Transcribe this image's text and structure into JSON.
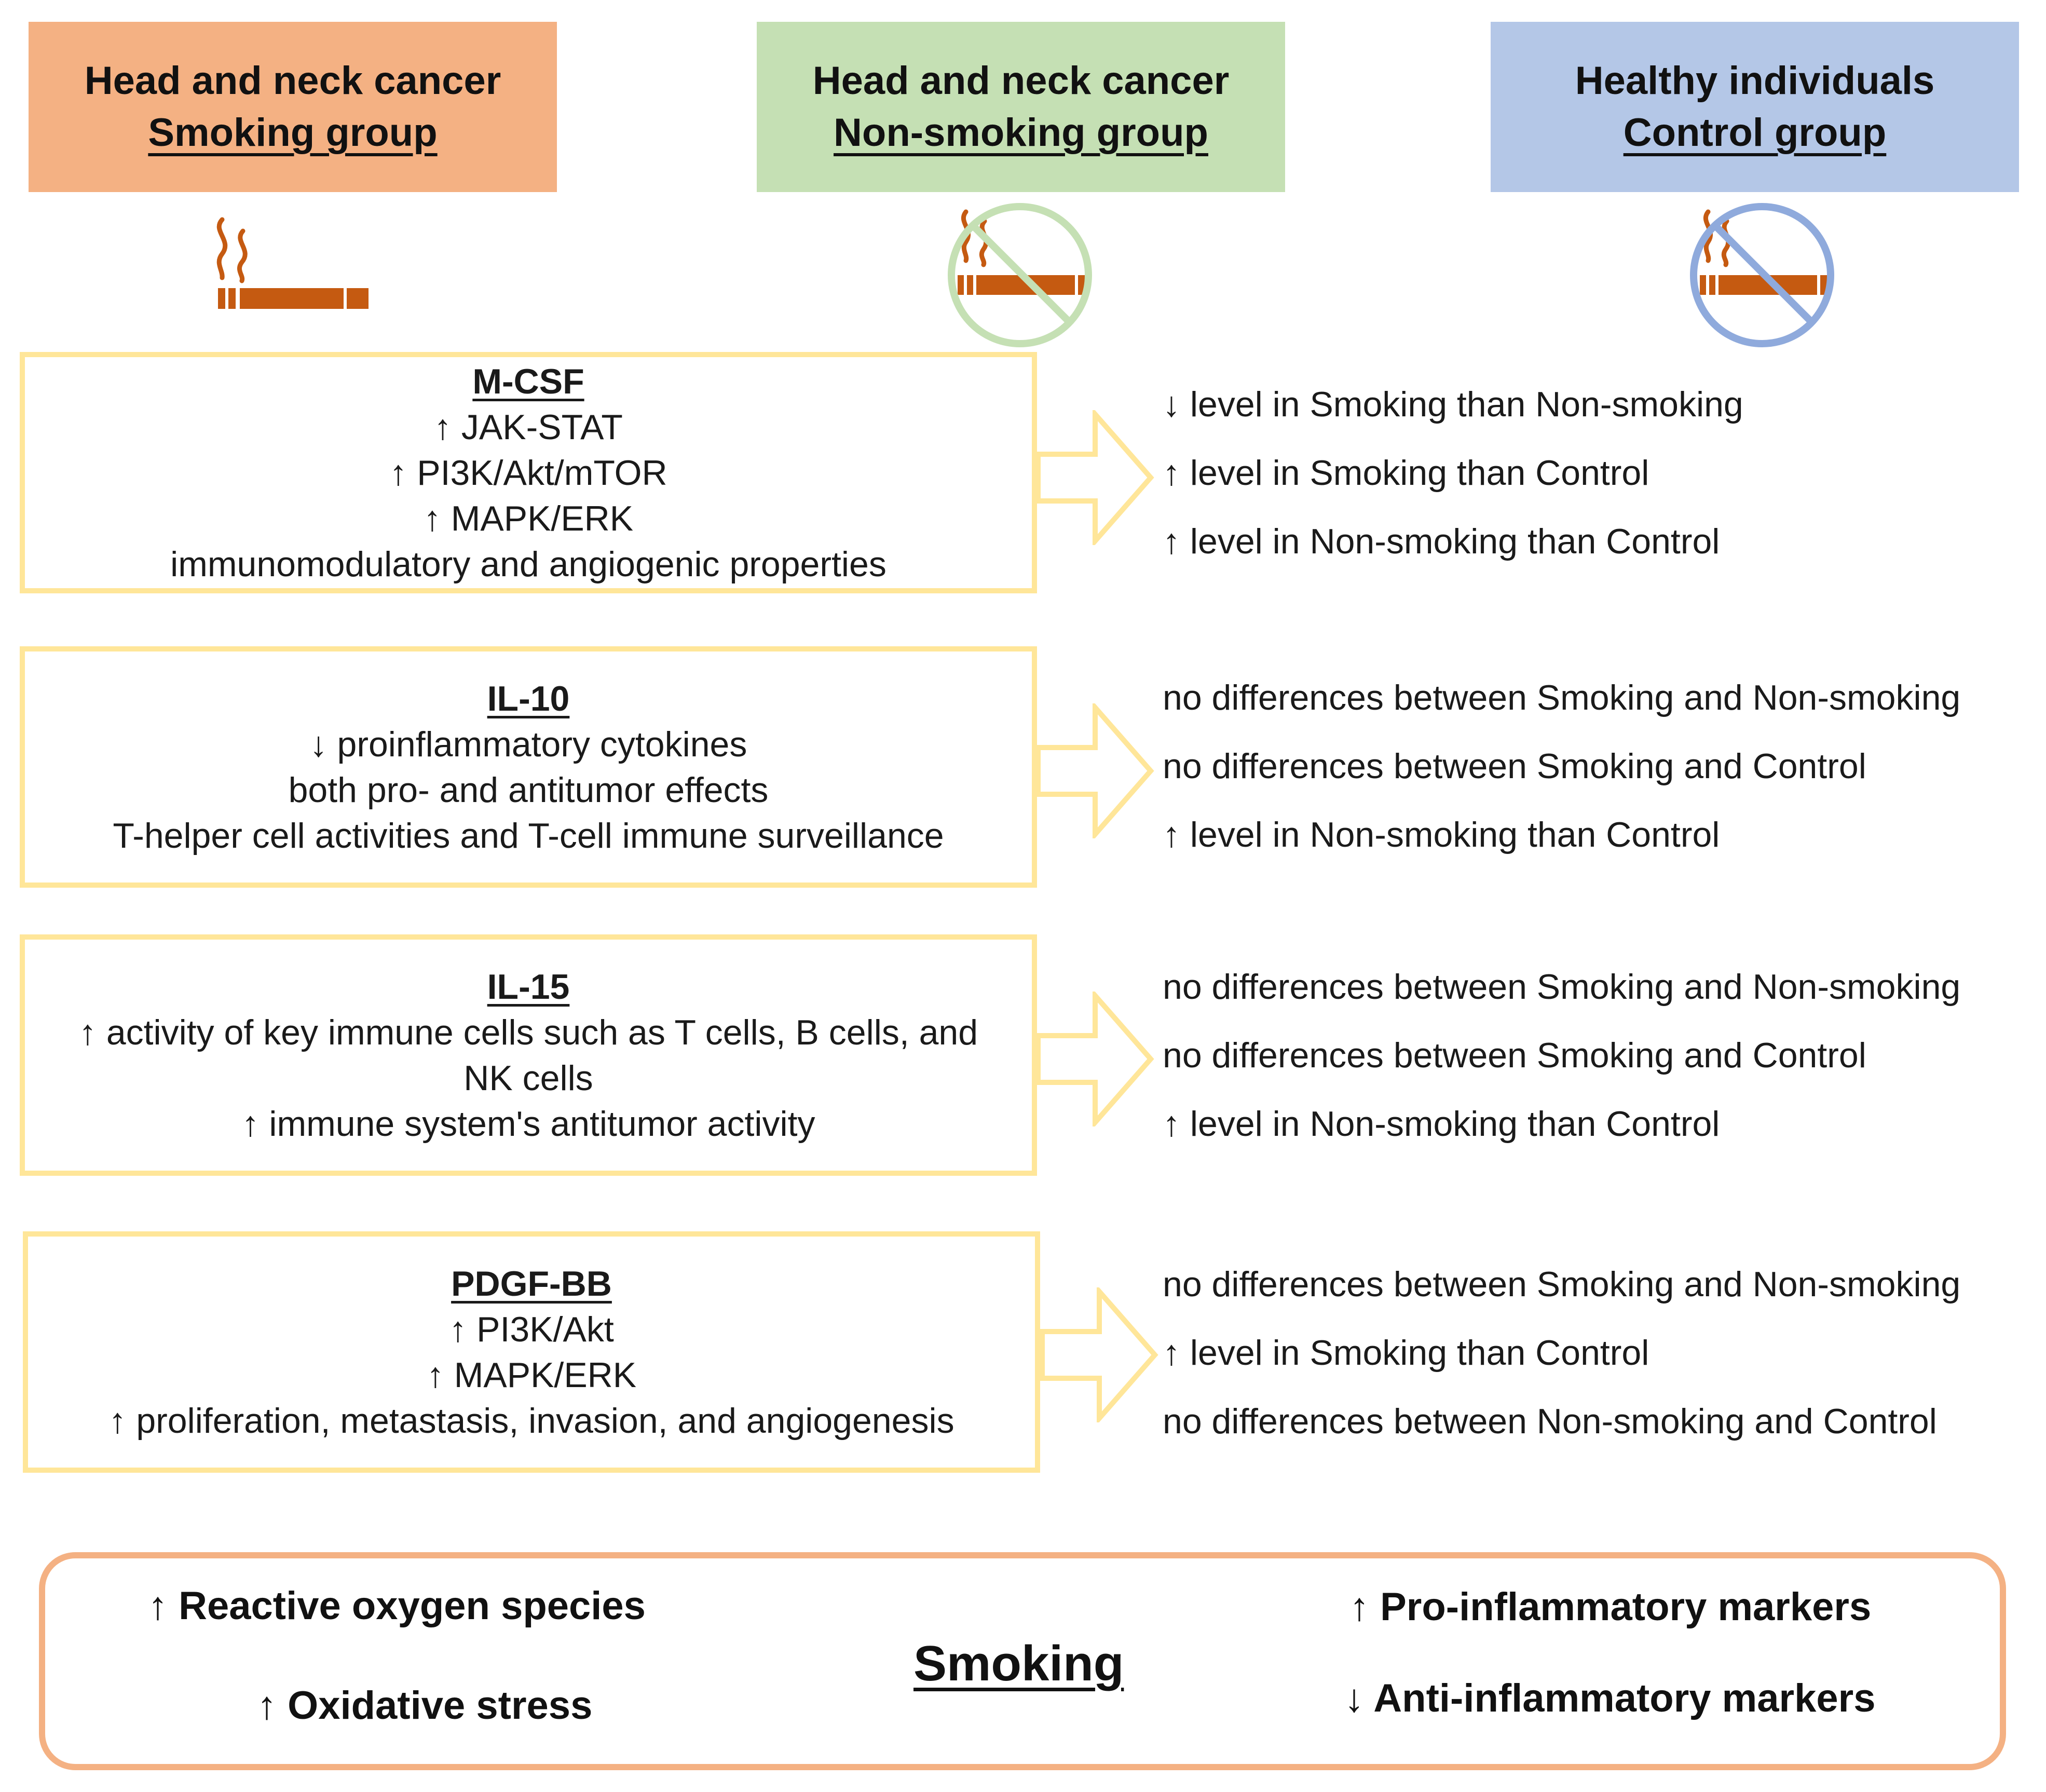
{
  "groups": [
    {
      "line1": "Head and neck cancer",
      "line2": "Smoking group",
      "color": "#f4b183"
    },
    {
      "line1": "Head and neck cancer",
      "line2": "Non-smoking group",
      "color": "#c5e0b4"
    },
    {
      "line1": "Healthy individuals",
      "line2": "Control group",
      "color": "#b4c7e7"
    }
  ],
  "icons": {
    "smoking": "cigarette-icon",
    "nonsmoking": "no-smoking-icon",
    "control": "no-smoking-icon",
    "cigarette_color": "#c55a11",
    "nonsmoking_ring": "#c5e0b4",
    "control_ring": "#8faadc"
  },
  "cytokines": [
    {
      "name": "M-CSF",
      "lines": [
        "↑ JAK-STAT",
        "↑ PI3K/Akt/mTOR",
        "↑ MAPK/ERK",
        "immunomodulatory and angiogenic properties"
      ],
      "results": [
        "↓ level in Smoking than Non-smoking",
        "↑ level in Smoking than Control",
        "↑ level in Non-smoking than Control"
      ]
    },
    {
      "name": "IL-10",
      "lines": [
        "↓ proinflammatory cytokines",
        "both pro- and antitumor effects",
        "T-helper cell activities and T-cell immune surveillance"
      ],
      "results": [
        "no differences between Smoking and Non-smoking",
        "no differences between Smoking and Control",
        "↑ level in Non-smoking than Control"
      ]
    },
    {
      "name": "IL-15",
      "lines": [
        "↑ activity of key immune cells such as T cells, B cells, and",
        "NK cells",
        "↑ immune system's antitumor activity"
      ],
      "results": [
        "no differences between Smoking and Non-smoking",
        "no differences between Smoking and Control",
        "↑ level in Non-smoking than Control"
      ]
    },
    {
      "name": "PDGF-BB",
      "lines": [
        "↑ PI3K/Akt",
        "↑ MAPK/ERK",
        "↑ proliferation, metastasis, invasion, and angiogenesis"
      ],
      "results": [
        "no differences between Smoking and Non-smoking",
        "↑ level in Smoking than Control",
        "no differences between Non-smoking and Control"
      ]
    }
  ],
  "smoking_summary": {
    "label": "Smoking",
    "reactive_oxygen": "↑ Reactive oxygen species",
    "oxidative_stress": "↑ Oxidative stress",
    "pro_inflammatory": "↑ Pro-inflammatory markers",
    "anti_inflammatory": "↓ Anti-inflammatory markers",
    "border_color": "#f4b183"
  },
  "box_border_color": "#ffe699"
}
